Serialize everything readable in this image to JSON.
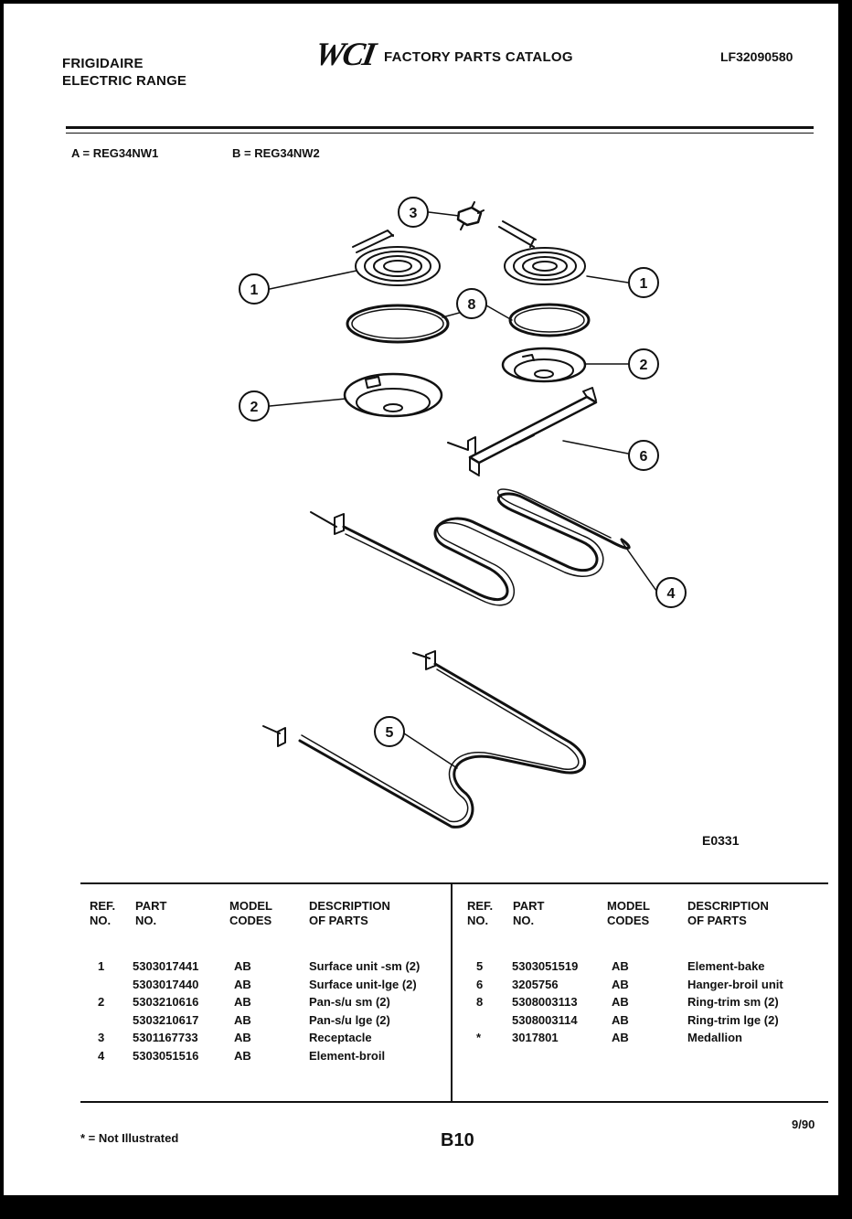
{
  "header": {
    "brand_line1": "FRIGIDAIRE",
    "brand_line2": "ELECTRIC RANGE",
    "logo_text": "WCI",
    "catalog_title": "FACTORY PARTS CATALOG",
    "document_number": "LF32090580"
  },
  "models": {
    "a": "A = REG34NW1",
    "b": "B = REG34NW2"
  },
  "diagram": {
    "callouts": [
      "1",
      "1",
      "2",
      "2",
      "3",
      "4",
      "5",
      "6",
      "8"
    ],
    "figure_code": "E0331"
  },
  "table": {
    "headers": {
      "ref_line1": "REF.",
      "ref_line2": "NO.",
      "part_line1": "PART",
      "part_line2": "NO.",
      "model_line1": "MODEL",
      "model_line2": "CODES",
      "desc_line1": "DESCRIPTION",
      "desc_line2": "OF PARTS"
    },
    "left_rows": [
      {
        "ref": "1",
        "part": "5303017441",
        "codes": "AB",
        "desc": "Surface unit -sm (2)"
      },
      {
        "ref": "",
        "part": "5303017440",
        "codes": "AB",
        "desc": "Surface unit-lge (2)"
      },
      {
        "ref": "2",
        "part": "5303210616",
        "codes": "AB",
        "desc": "Pan-s/u sm (2)"
      },
      {
        "ref": "",
        "part": "5303210617",
        "codes": "AB",
        "desc": "Pan-s/u lge (2)"
      },
      {
        "ref": "3",
        "part": "5301167733",
        "codes": "AB",
        "desc": "Receptacle"
      },
      {
        "ref": "4",
        "part": "5303051516",
        "codes": "AB",
        "desc": "Element-broil"
      }
    ],
    "right_rows": [
      {
        "ref": "5",
        "part": "5303051519",
        "codes": "AB",
        "desc": "Element-bake"
      },
      {
        "ref": "6",
        "part": "3205756",
        "codes": "AB",
        "desc": "Hanger-broil unit"
      },
      {
        "ref": "8",
        "part": "5308003113",
        "codes": "AB",
        "desc": "Ring-trim sm (2)"
      },
      {
        "ref": "",
        "part": "5308003114",
        "codes": "AB",
        "desc": "Ring-trim lge (2)"
      },
      {
        "ref": "*",
        "part": "3017801",
        "codes": "AB",
        "desc": "Medallion"
      }
    ]
  },
  "footer": {
    "note": "* = Not Illustrated",
    "page_number": "B10",
    "date": "9/90"
  }
}
